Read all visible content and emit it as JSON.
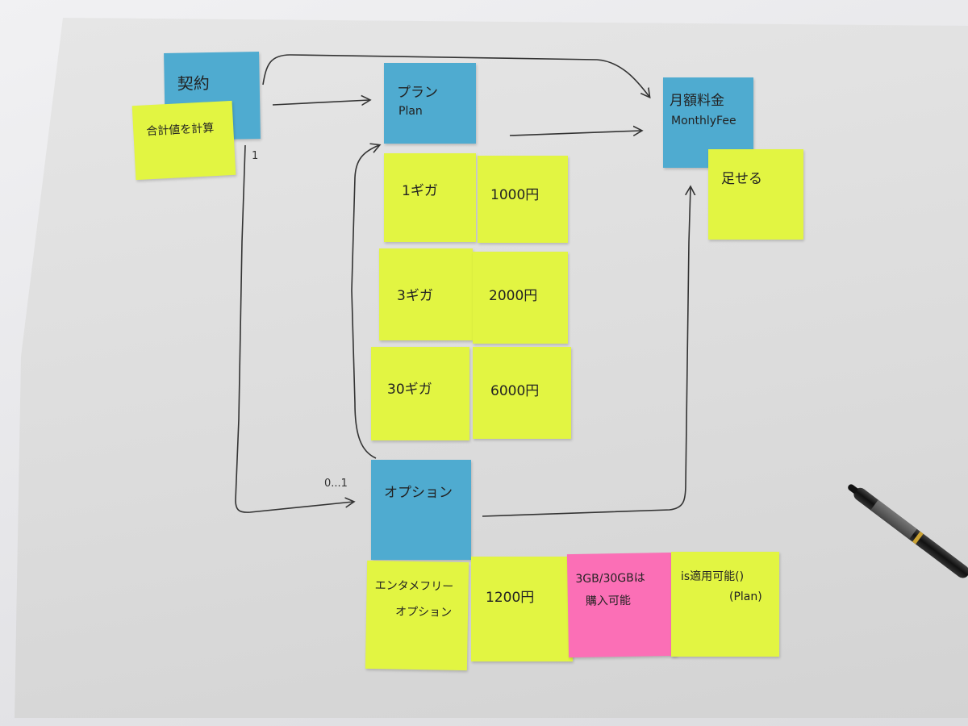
{
  "notes": {
    "contract": {
      "title": "契約"
    },
    "calc": {
      "text": "合計値を計算"
    },
    "plan": {
      "title": "プラン",
      "subtitle": "Plan"
    },
    "monthly_fee": {
      "title": "月額料金",
      "subtitle": "MonthlyFee"
    },
    "addable": {
      "text": "足せる"
    },
    "plan_rows": [
      {
        "size": "1ギガ",
        "price": "1000円"
      },
      {
        "size": "3ギガ",
        "price": "2000円"
      },
      {
        "size": "30ギガ",
        "price": "6000円"
      }
    ],
    "option": {
      "title": "オプション"
    },
    "option_name": {
      "line1": "エンタメフリー",
      "line2": "オプション"
    },
    "option_price": {
      "text": "1200円"
    },
    "option_rule": {
      "line1": "3GB/30GBは",
      "line2": "購入可能"
    },
    "option_method": {
      "line1": "is適用可能()",
      "line2": "(Plan)"
    }
  },
  "multiplicities": {
    "contract_plan": "1",
    "contract_option": "0...1"
  },
  "colors": {
    "blue": "#4fabd0",
    "yellow": "#e2f542",
    "pink": "#fb6fb6",
    "paper": "#dcdcdc"
  }
}
